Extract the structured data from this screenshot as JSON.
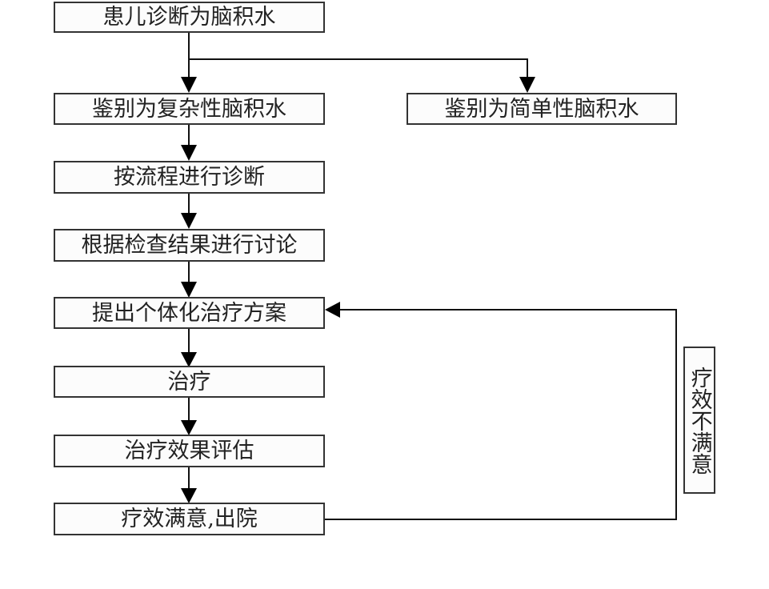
{
  "diagram": {
    "type": "flowchart",
    "nodes": [
      {
        "id": "n1",
        "label": "患儿诊断为脑积水"
      },
      {
        "id": "n2",
        "label": "鉴别为复杂性脑积水"
      },
      {
        "id": "n3",
        "label": "鉴别为简单性脑积水"
      },
      {
        "id": "n4",
        "label": "按流程进行诊断"
      },
      {
        "id": "n5",
        "label": "根据检查结果进行讨论"
      },
      {
        "id": "n6",
        "label": "提出个体化治疗方案"
      },
      {
        "id": "n7",
        "label": "治疗"
      },
      {
        "id": "n8",
        "label": "治疗效果评估"
      },
      {
        "id": "n9",
        "label": "疗效满意,出院"
      }
    ],
    "edges": [
      {
        "from": "n1",
        "to": "n2"
      },
      {
        "from": "n1",
        "to": "n3"
      },
      {
        "from": "n2",
        "to": "n4"
      },
      {
        "from": "n4",
        "to": "n5"
      },
      {
        "from": "n5",
        "to": "n6"
      },
      {
        "from": "n6",
        "to": "n7"
      },
      {
        "from": "n7",
        "to": "n8"
      },
      {
        "from": "n8",
        "to": "n9"
      },
      {
        "from": "n9",
        "to": "n6",
        "label": "疗效不满意"
      }
    ],
    "feedback_label": "疗效不满意"
  }
}
